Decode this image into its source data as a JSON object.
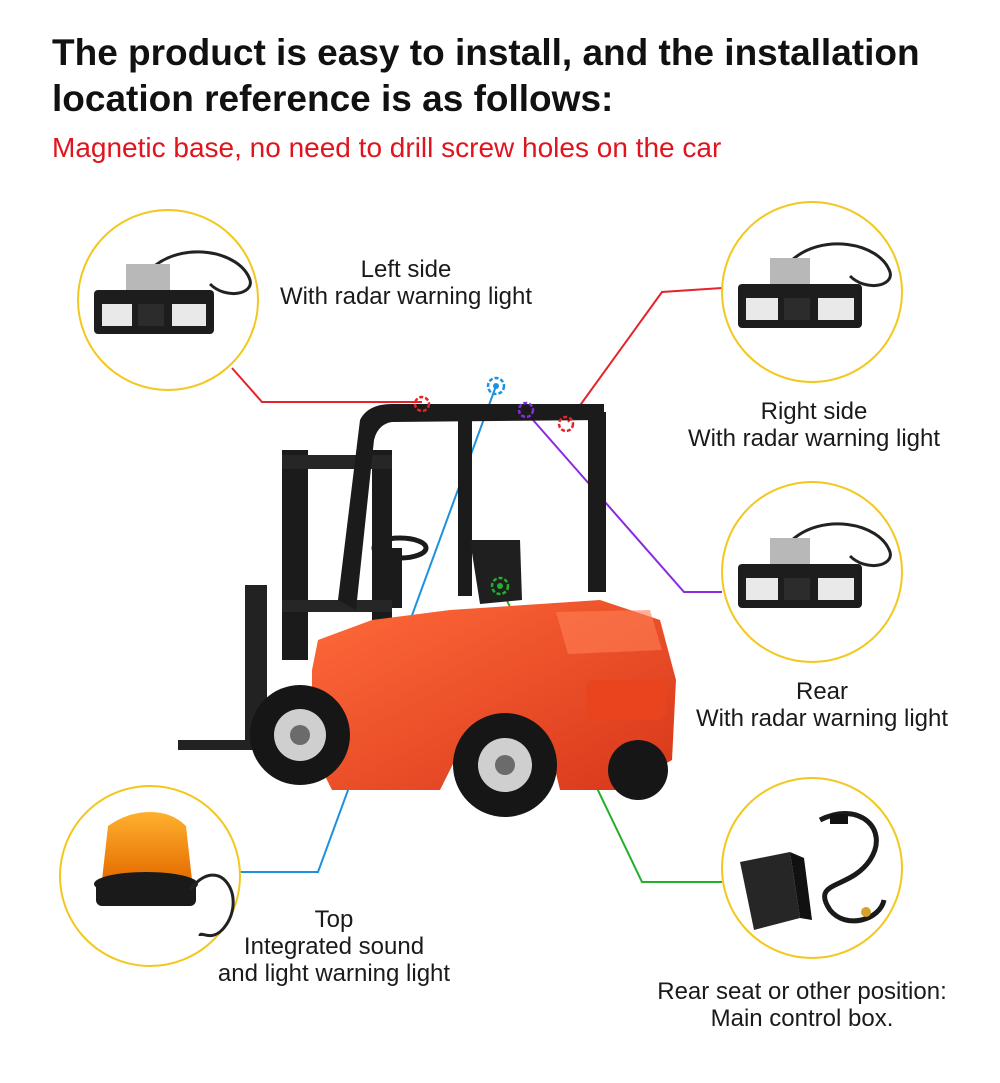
{
  "header": {
    "title": "The product is easy to install, and the installation location reference is as follows:",
    "subtitle": "Magnetic base, no need to drill screw holes on the car"
  },
  "callouts": {
    "left_side": {
      "line1": "Left side",
      "line2": "With radar warning light",
      "color": "#e5232b"
    },
    "right_side": {
      "line1": "Right side",
      "line2": "With radar warning light",
      "color": "#e5232b"
    },
    "rear": {
      "line1": "Rear",
      "line2": "With radar warning light",
      "color": "#8a2be2"
    },
    "top": {
      "line1": "Top",
      "line2": "Integrated sound",
      "line3": "and light warning light",
      "color": "#1e90e0"
    },
    "control": {
      "line1": "Rear seat or other position:",
      "line2": "Main control box.",
      "color": "#22b02a"
    }
  },
  "colors": {
    "circle_border": "#f2c81e",
    "forklift_body": "#f04a22",
    "forklift_frame": "#1b1b1b"
  },
  "icons": [
    "radar-warning-light-icon",
    "beacon-light-icon",
    "control-box-icon",
    "forklift-icon"
  ]
}
